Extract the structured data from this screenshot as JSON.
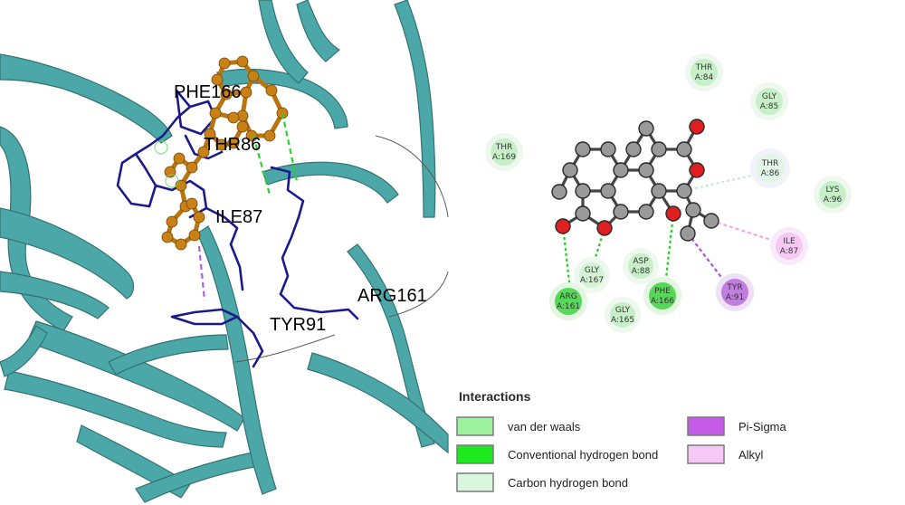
{
  "left_panel": {
    "labels": [
      {
        "id": "phe166",
        "text": "PHE166"
      },
      {
        "id": "thr86",
        "text": "THR86"
      },
      {
        "id": "ile87",
        "text": "ILE87"
      },
      {
        "id": "tyr91",
        "text": "TYR91"
      },
      {
        "id": "arg161",
        "text": "ARG161"
      }
    ]
  },
  "residues": [
    {
      "id": "thr84",
      "name": "THR",
      "chain": "A:84",
      "type": "van der waals",
      "color": "#c8f0c8"
    },
    {
      "id": "gly85",
      "name": "GLY",
      "chain": "A:85",
      "type": "van der waals",
      "color": "#c8f0c8"
    },
    {
      "id": "thr169",
      "name": "THR",
      "chain": "A:169",
      "type": "van der waals",
      "color": "#c8f0c8"
    },
    {
      "id": "thr86",
      "name": "THR",
      "chain": "A:86",
      "type": "Carbon hydrogen bond",
      "color": "#e2f5e6"
    },
    {
      "id": "lys96",
      "name": "LYS",
      "chain": "A:96",
      "type": "van der waals",
      "color": "#c8f0c8"
    },
    {
      "id": "ile87",
      "name": "ILE",
      "chain": "A:87",
      "type": "Alkyl",
      "color": "#f6c8f4"
    },
    {
      "id": "tyr91",
      "name": "TYR",
      "chain": "A:91",
      "type": "Pi-Sigma",
      "color": "#c07ee0"
    },
    {
      "id": "phe166",
      "name": "PHE",
      "chain": "A:166",
      "type": "Conventional hydrogen bond",
      "color": "#58d858"
    },
    {
      "id": "asp88",
      "name": "ASP",
      "chain": "A:88",
      "type": "van der waals",
      "color": "#c8f0c8"
    },
    {
      "id": "gly167",
      "name": "GLY",
      "chain": "A:167",
      "type": "Carbon hydrogen bond",
      "color": "#d4f2d4"
    },
    {
      "id": "arg161",
      "name": "ARG",
      "chain": "A:161",
      "type": "Conventional hydrogen bond",
      "color": "#58d858"
    },
    {
      "id": "gly165",
      "name": "GLY",
      "chain": "A:165",
      "type": "van der waals",
      "color": "#c8f0c8"
    }
  ],
  "legend": {
    "title": "Interactions",
    "items": [
      {
        "id": "vdw",
        "label": "van der waals",
        "color": "#9df09d"
      },
      {
        "id": "chb",
        "label": "Conventional hydrogen bond",
        "color": "#1ee81e"
      },
      {
        "id": "carbonhb",
        "label": "Carbon hydrogen bond",
        "color": "#d8f7dc"
      },
      {
        "id": "pisigma",
        "label": "Pi-Sigma",
        "color": "#c45ce8"
      },
      {
        "id": "alkyl",
        "label": "Alkyl",
        "color": "#f6c8f6"
      }
    ]
  },
  "colors": {
    "ribbon": "#45a5a5",
    "ribbon_dark": "#2e7f80",
    "ligand": "#b8740e",
    "sticks": "#1a1a8c",
    "carbon_atom": "#9a9a9a",
    "oxygen_atom": "#e02020"
  }
}
